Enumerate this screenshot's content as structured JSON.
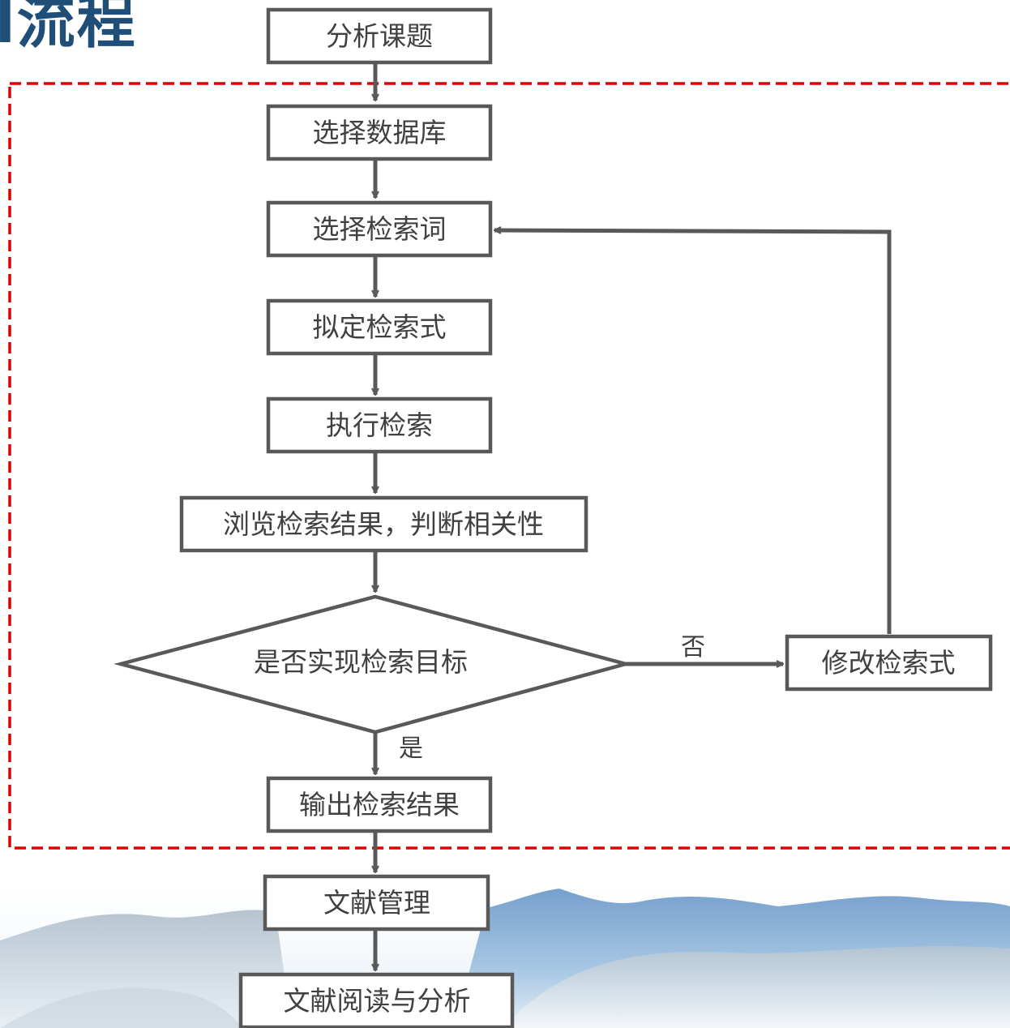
{
  "title_fragment": "l流程",
  "steps": {
    "analyze": "分析课题",
    "choose_db": "选择数据库",
    "choose_terms": "选择检索词",
    "draft_query": "拟定检索式",
    "execute": "执行检索",
    "browse": "浏览检索结果，判断相关性",
    "decision": "是否实现检索目标",
    "modify": "修改检索式",
    "output": "输出检索结果",
    "manage": "文献管理",
    "read": "文献阅读与分析"
  },
  "edge_labels": {
    "no": "否",
    "yes": "是"
  },
  "colors": {
    "title": "#1f4e79",
    "box_stroke": "#595959",
    "arrow": "#595959",
    "dashed_border": "#e00000",
    "text": "#404040"
  }
}
